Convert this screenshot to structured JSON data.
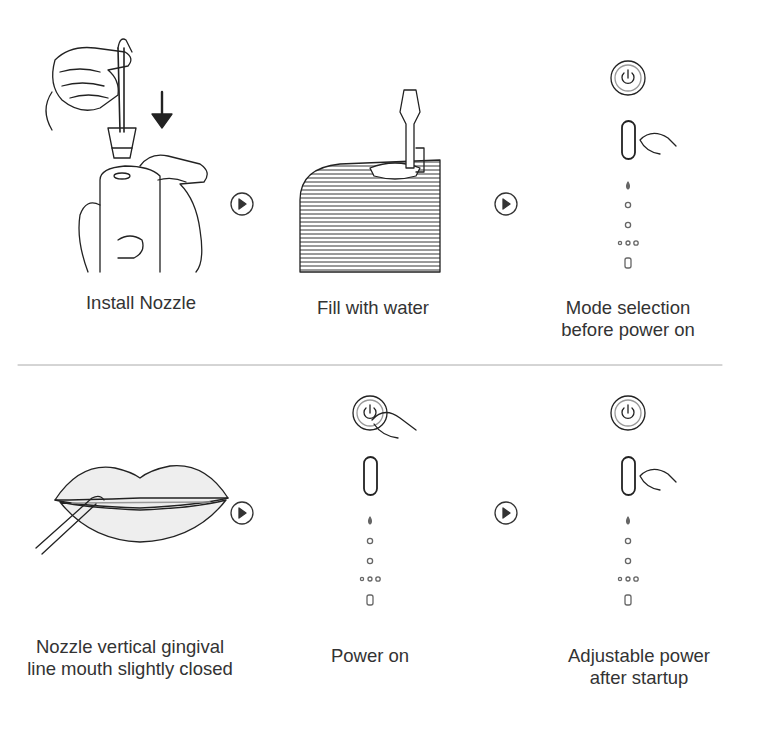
{
  "diagram": {
    "labels": [
      "Install Nozzle",
      "Fill with water",
      "Mode selection before power on",
      "Nozzle vertical gingival line mouth slightly closed",
      "Power on",
      "Adjustable power after startup"
    ]
  }
}
